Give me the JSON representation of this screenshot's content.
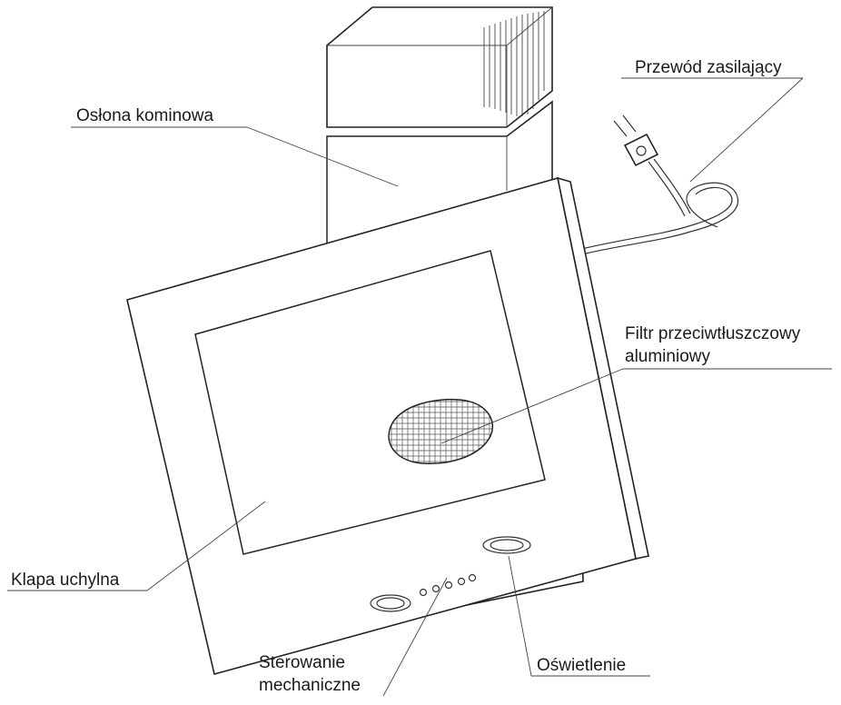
{
  "labels": {
    "chimney_cover": "Osłona kominowa",
    "power_cord": "Przewód zasilający",
    "grease_filter_line1": "Filtr przeciwtłuszczowy",
    "grease_filter_line2": "aluminiowy",
    "tilting_flap": "Klapa uchylna",
    "mechanical_control_line1": "Sterowanie",
    "mechanical_control_line2": "mechaniczne",
    "lighting": "Oświetlenie"
  }
}
